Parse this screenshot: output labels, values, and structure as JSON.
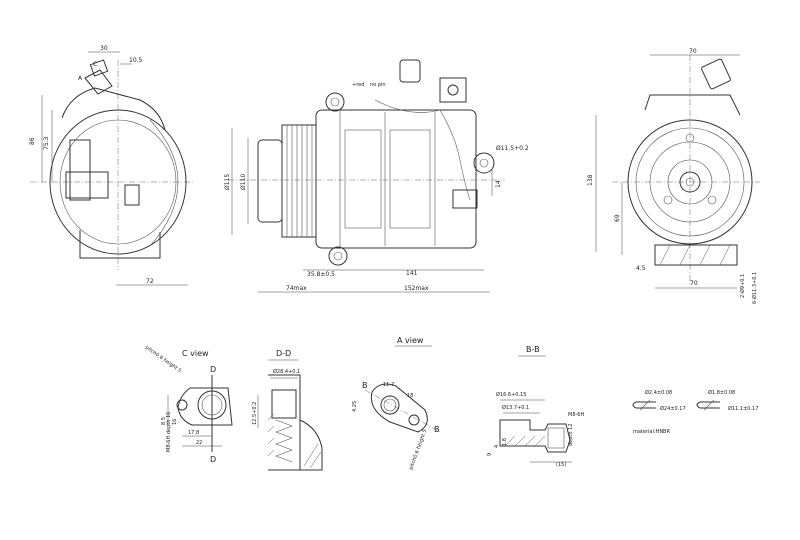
{
  "views": {
    "side_left": {
      "dims": {
        "top_30": "30",
        "top_10_5": "10.5",
        "h_86": "86",
        "h_75_3": "75.3",
        "w_72": "72",
        "label_A": "A",
        "label_C": "C"
      }
    },
    "front": {
      "dims": {
        "d115": "Ø115",
        "d110": "Ø110",
        "d11_5": "Ø11.5+0.2",
        "v14": "14",
        "h35_8": "35.8±0.5",
        "h141": "141",
        "h74": "74max",
        "h152": "152max",
        "red": "+red",
        "no_pin": "no pin"
      }
    },
    "right": {
      "dims": {
        "top_70": "70",
        "h138": "138",
        "h69": "69",
        "b4_5": "4.5",
        "b70": "70",
        "r2": "2-Ø9+0.1",
        "r6": "6-Ø11.3+0.1"
      }
    },
    "c_view": {
      "title": "C view",
      "letter_top": "D",
      "letter_bot": "D",
      "note": "pitch0.6 height 5",
      "dims": {
        "d8_5": "8.5",
        "d16": "16",
        "d17_8": "17.8",
        "d22": "22",
        "m8": "M8-6H depth 16"
      }
    },
    "dd_view": {
      "title": "D-D",
      "dims": {
        "d28_4": "Ø28.4+0.1",
        "d12_5": "12.5+0.2"
      }
    },
    "a_view": {
      "title": "A view",
      "letter_b1": "B",
      "letter_b2": "B",
      "note": "pitch0.6 height 5",
      "dims": {
        "d11_7": "11.7",
        "d18": "18",
        "d4_25": "4.25"
      }
    },
    "bb_view": {
      "title": "B-B",
      "dims": {
        "d16_6": "Ø16.6+0.15",
        "d13_7": "Ø13.7+0.1",
        "m8": "M8-6H",
        "d9": "9",
        "d4": "4",
        "d1_8": "1.8",
        "d15": "(15)",
        "depth": "depth 12"
      }
    },
    "seals": {
      "s1_top": "Ø2.4±0.08",
      "s1_bot": "Ø24±0.17",
      "s2_top": "Ø1.8±0.08",
      "s2_bot": "Ø11.1±0.17",
      "material": "material:HNBR"
    }
  }
}
